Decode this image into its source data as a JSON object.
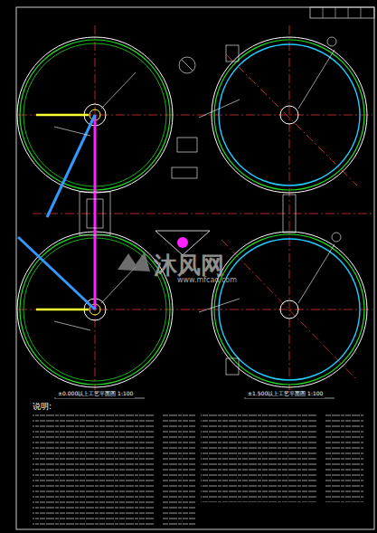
{
  "diagram": {
    "labels": [
      "说明:",
      "沐风网",
      "www.mfcad.com",
      "±0.000以上工艺平面图 1:100",
      "±1.500以上工艺平面图 1:100"
    ]
  }
}
